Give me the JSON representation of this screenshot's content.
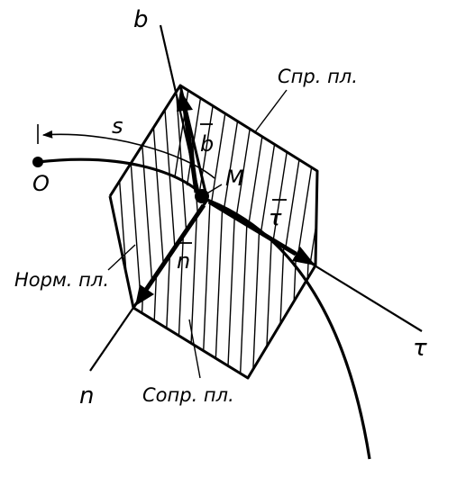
{
  "axes": {
    "binormal": "b",
    "tangent": "τ",
    "normal": "n"
  },
  "points": {
    "origin": "O",
    "point": "M",
    "arc_length": "s"
  },
  "vectors": {
    "binormal": "b",
    "tangent": "τ",
    "normal": "n"
  },
  "planes": {
    "rectifying": "Спр. пл.",
    "normal": "Норм. пл.",
    "osculating": "Сопр. пл."
  },
  "colors": {
    "ink": "#000000",
    "paper": "#ffffff"
  }
}
